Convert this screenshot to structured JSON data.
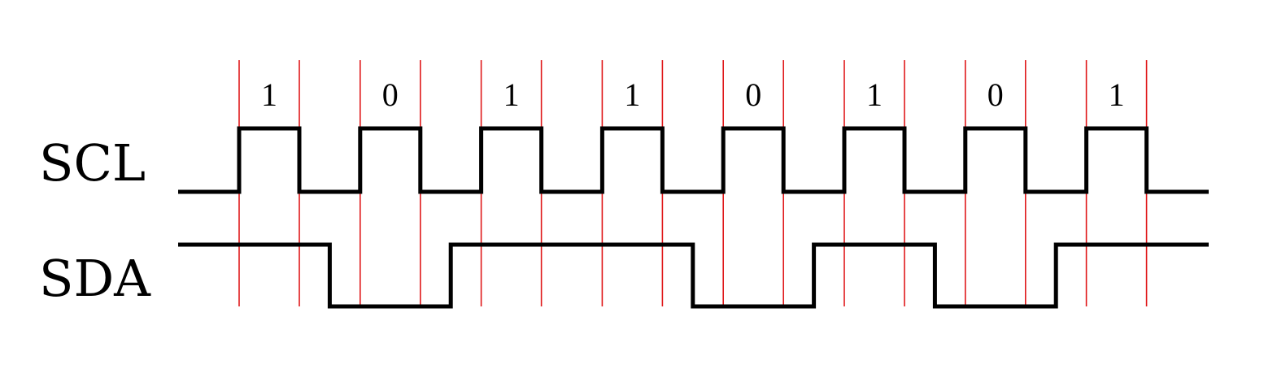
{
  "signals": {
    "scl_label": "SCL",
    "sda_label": "SDA"
  },
  "bits": [
    "1",
    "0",
    "1",
    "1",
    "0",
    "1",
    "0",
    "1"
  ],
  "colors": {
    "waveform": "#000000",
    "guide_lines": "#e0191b",
    "background": "#ffffff"
  }
}
